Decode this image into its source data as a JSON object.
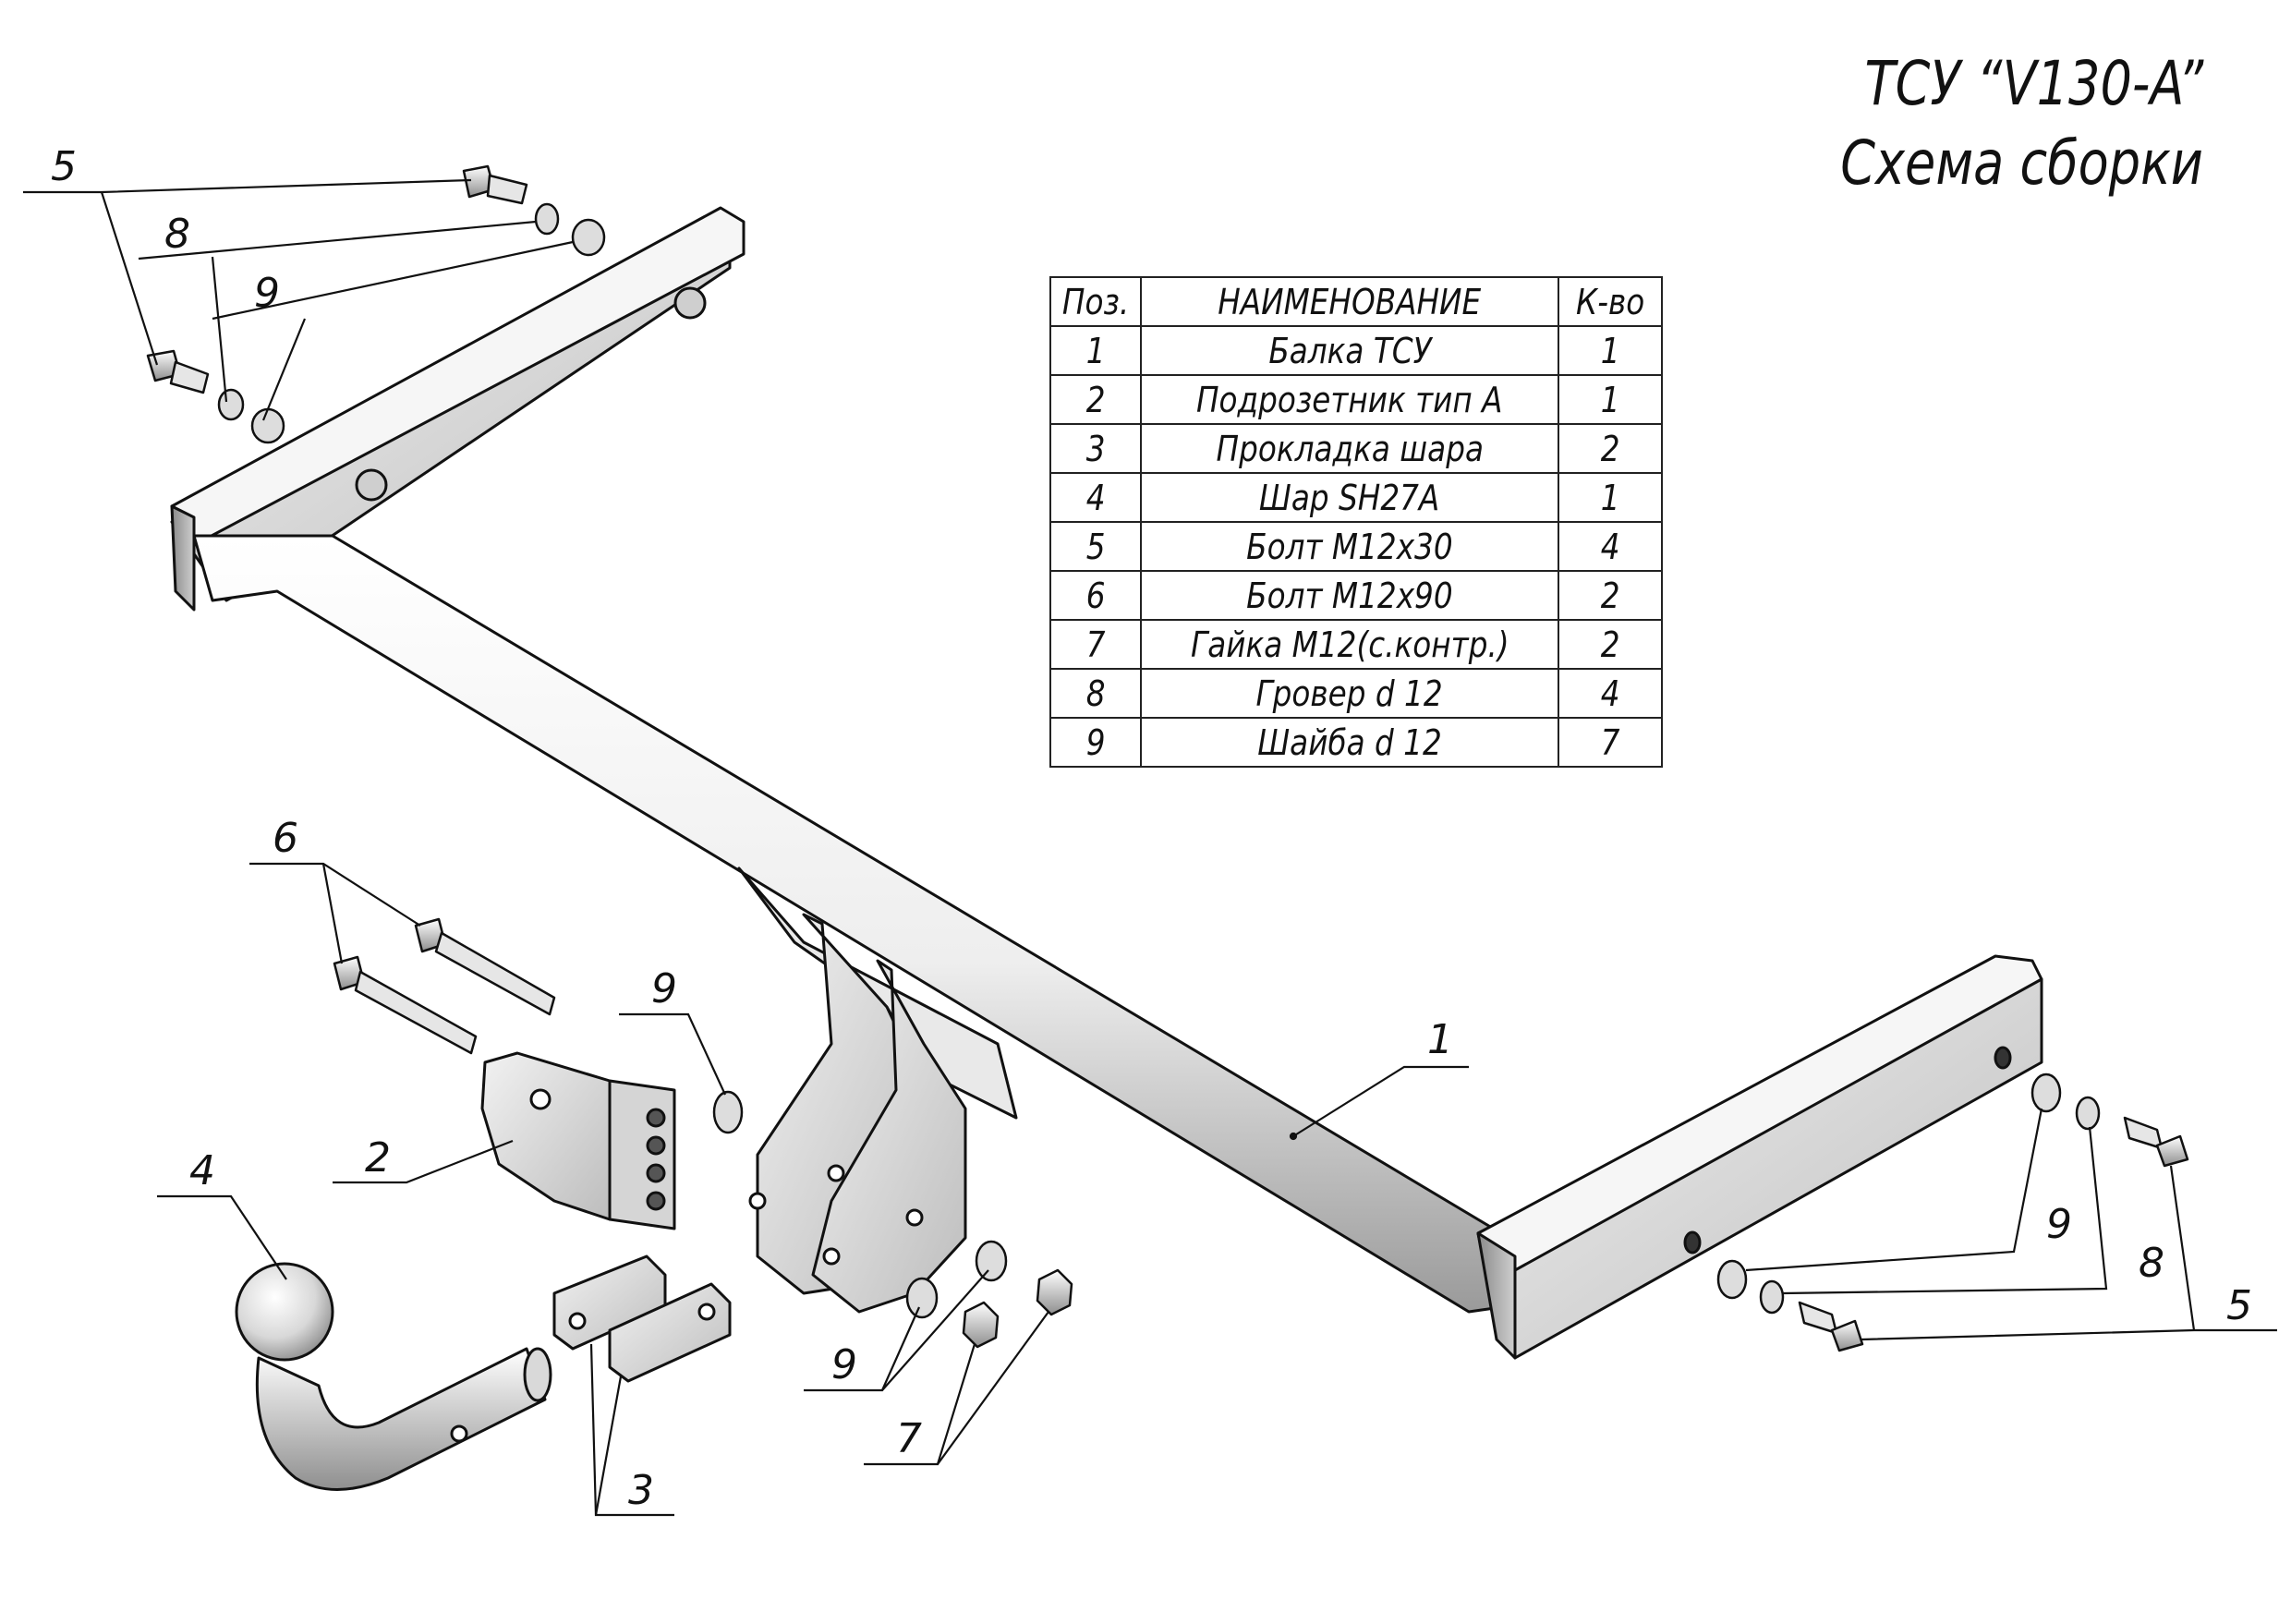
{
  "title": {
    "line1": "ТСУ “V130-A”",
    "line2": "Схема сборки"
  },
  "table": {
    "headers": [
      "Поз.",
      "НАИМЕНОВАНИЕ",
      "К-во"
    ],
    "rows": [
      {
        "pos": "1",
        "name": "Балка ТСУ",
        "qty": "1"
      },
      {
        "pos": "2",
        "name": "Подрозетник тип А",
        "qty": "1"
      },
      {
        "pos": "3",
        "name": "Прокладка шара",
        "qty": "2"
      },
      {
        "pos": "4",
        "name": "Шар SH27A",
        "qty": "1"
      },
      {
        "pos": "5",
        "name": "Болт М12х30",
        "qty": "4"
      },
      {
        "pos": "6",
        "name": "Болт М12х90",
        "qty": "2"
      },
      {
        "pos": "7",
        "name": "Гайка М12(с.контр.)",
        "qty": "2"
      },
      {
        "pos": "8",
        "name": "Гровер d 12",
        "qty": "4"
      },
      {
        "pos": "9",
        "name": "Шайба d 12",
        "qty": "7"
      }
    ]
  },
  "callouts": {
    "c1": "1",
    "c2": "2",
    "c3": "3",
    "c4": "4",
    "c5_left": "5",
    "c5_right": "5",
    "c6": "6",
    "c7": "7",
    "c8_left": "8",
    "c8_right": "8",
    "c9_left": "9",
    "c9_mid": "9",
    "c9_low": "9",
    "c9_right": "9"
  }
}
